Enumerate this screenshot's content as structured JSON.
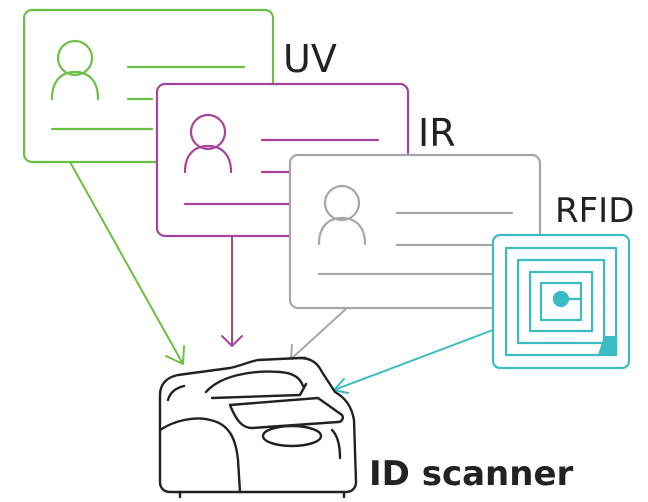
{
  "labels": {
    "uv": "UV",
    "ir": "IR",
    "rfid": "RFID",
    "scanner": "ID scanner"
  },
  "colors": {
    "uv": "#6cbf45",
    "ir": "#a8439b",
    "gray": "#a6a6a6",
    "rfid": "#3bbcc4",
    "scanner": "#222222"
  },
  "icons": {
    "uv_card": "id-card-icon",
    "ir_card": "id-card-icon",
    "gray_card": "id-card-icon",
    "rfid_tag": "rfid-tag-icon",
    "scanner": "id-scanner-icon"
  }
}
